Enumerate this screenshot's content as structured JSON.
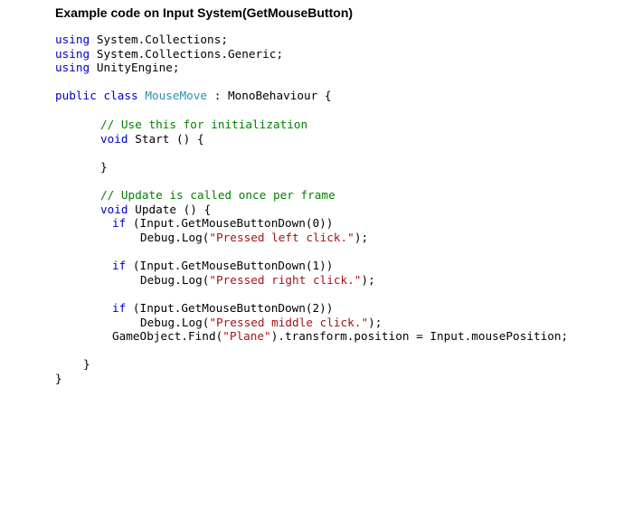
{
  "title": "Example code on Input System(GetMouseButton)",
  "colors": {
    "keyword": "#0000cc",
    "type": "#2b91af",
    "comment": "#008000",
    "string": "#a31515",
    "text": "#000000",
    "background": "#ffffff"
  },
  "code": {
    "using1": {
      "kw": "using",
      "rest": " System.Collections;"
    },
    "using2": {
      "kw": "using",
      "rest": " System.Collections.Generic;"
    },
    "using3": {
      "kw": "using",
      "rest": " UnityEngine;"
    },
    "class_decl": {
      "kw": "public class",
      "space": " ",
      "type": "MouseMove",
      "rest": " : MonoBehaviour {"
    },
    "comment_start": "// Use this for initialization",
    "start_decl": {
      "kw": "void",
      "rest": " Start () {"
    },
    "start_close": "}",
    "comment_update": "// Update is called once per frame",
    "update_decl": {
      "kw": "void",
      "rest": " Update () {"
    },
    "if0": {
      "kw": "if",
      "rest": " (Input.GetMouseButtonDown(0))"
    },
    "log0": {
      "pre": "Debug.Log(",
      "str": "\"Pressed left click.\"",
      "post": ");"
    },
    "if1": {
      "kw": "if",
      "rest": " (Input.GetMouseButtonDown(1))"
    },
    "log1": {
      "pre": "Debug.Log(",
      "str": "\"Pressed right click.\"",
      "post": ");"
    },
    "if2": {
      "kw": "if",
      "rest": " (Input.GetMouseButtonDown(2))"
    },
    "log2": {
      "pre": "Debug.Log(",
      "str": "\"Pressed middle click.\"",
      "post": ");"
    },
    "find": {
      "pre": "GameObject.Find(",
      "str": "\"Plane\"",
      "post": ").transform.position = Input.mousePosition;"
    },
    "update_close": "}",
    "class_close": "}"
  }
}
